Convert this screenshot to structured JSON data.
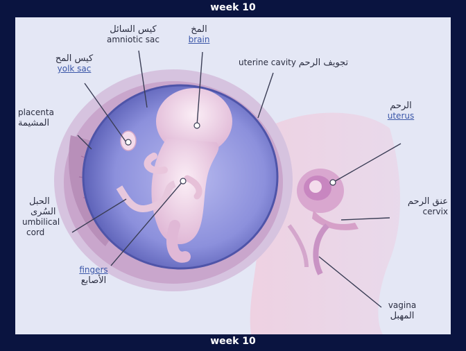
{
  "banner": {
    "top": "week 10",
    "bottom": "week 10"
  },
  "labels": {
    "amniotic_sac": {
      "ar": "كيس السائل",
      "en": "amniotic sac"
    },
    "brain": {
      "ar": "المخ",
      "en": "brain"
    },
    "yolk_sac": {
      "ar": "كيس المح",
      "en": "yolk sac"
    },
    "uterine_cavity": {
      "en": "uterine cavity",
      "ar": "تجويف الرحم"
    },
    "uterus": {
      "ar": "الرحم",
      "en": "uterus"
    },
    "placenta": {
      "en": "placenta",
      "ar": "المشيمة"
    },
    "umbilical_cord": {
      "ar1": "الحبل",
      "ar2": "السُرى",
      "en1": "umbilical",
      "en2": "cord"
    },
    "cervix": {
      "ar": "عنق الرحم",
      "en": "cervix"
    },
    "fingers": {
      "en": "fingers",
      "ar": "الأصابع"
    },
    "vagina": {
      "en": "vagina",
      "ar": "المهبل"
    }
  },
  "colors": {
    "background": "#0a1440",
    "panel": "#e4e7f5",
    "link": "#3a56a8",
    "sac": "#7f83d4",
    "body_skin": "#f1d4e4"
  }
}
